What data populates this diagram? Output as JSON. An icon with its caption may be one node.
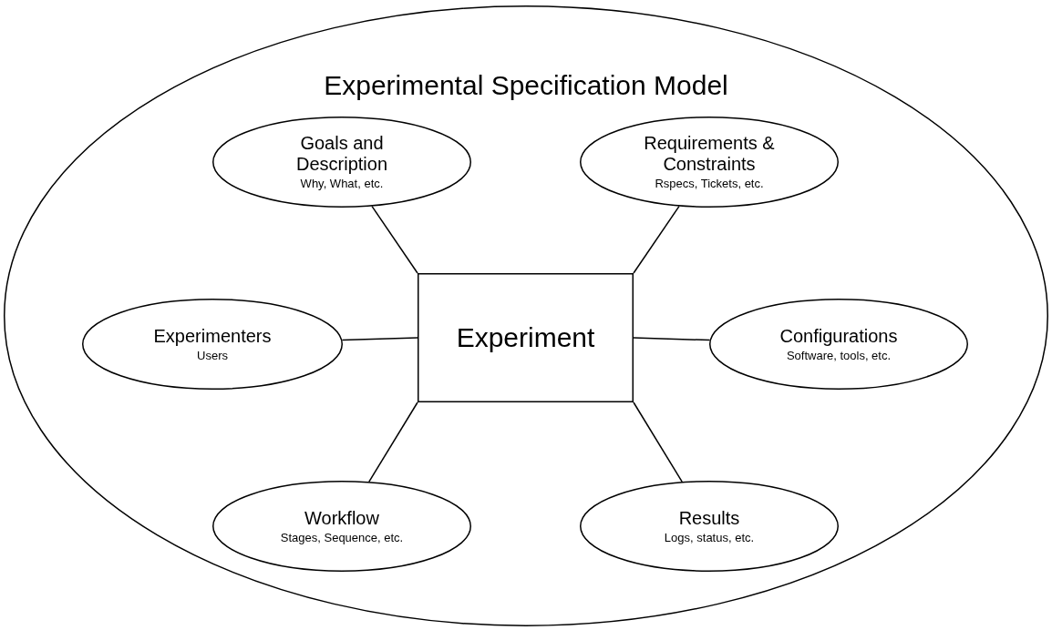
{
  "diagram": {
    "nodes": [
      {
        "text": [
          "Experimental Specification Model"
        ]
      },
      {
        "text": [
          "Goals and Description",
          "Why, What, etc."
        ],
        "in": 0
      },
      {
        "text": [
          "Requirements & Constraints",
          "Rspecs, Tickets, etc."
        ],
        "in": 0
      },
      {
        "text": [
          "Experimenters",
          "Users"
        ],
        "in": 0
      },
      {
        "text": [
          "Experiment"
        ],
        "in": 0
      },
      {
        "text": [
          "Configurations",
          "Software, tools, etc."
        ],
        "in": 0
      },
      {
        "text": [
          "Workflow",
          "Stages, Sequence, etc."
        ],
        "in": 0
      },
      {
        "text": [
          "Results",
          "Logs, status, etc."
        ],
        "in": 0
      }
    ],
    "edges": [
      {
        "from": 4,
        "to": 1,
        "arrow": "none"
      },
      {
        "from": 4,
        "to": 2,
        "arrow": "none"
      },
      {
        "from": 4,
        "to": 3,
        "arrow": "none"
      },
      {
        "from": 4,
        "to": 5,
        "arrow": "none"
      },
      {
        "from": 4,
        "to": 6,
        "arrow": "none"
      },
      {
        "from": 4,
        "to": 7,
        "arrow": "none"
      }
    ]
  }
}
